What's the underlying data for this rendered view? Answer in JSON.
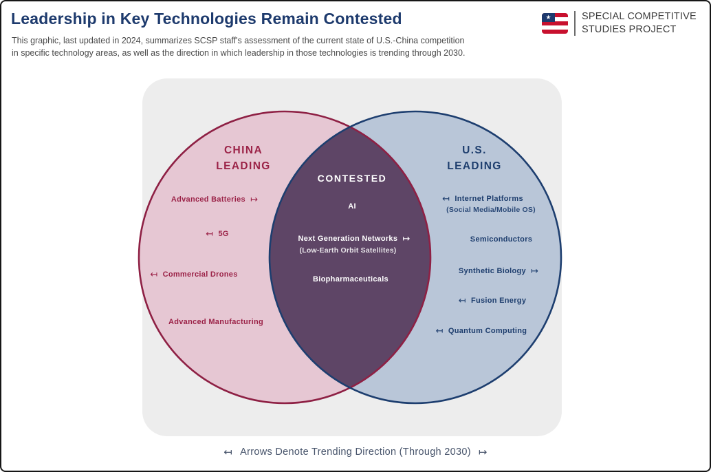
{
  "header": {
    "title": "Leadership in Key Technologies Remain Contested",
    "subtitle_line1": "This graphic, last updated in 2024, summarizes SCSP staff's assessment of the current state of U.S.-China competition",
    "subtitle_line2": "in specific technology areas, as well as the direction in which leadership in those technologies is trending through 2030.",
    "logo": {
      "org_line1": "SPECIAL COMPETITIVE",
      "org_line2": "STUDIES PROJECT",
      "star": "★"
    }
  },
  "icons": {
    "arrow_left": "↤",
    "arrow_right": "↦"
  },
  "colors": {
    "title_navy": "#1d3a6d",
    "china_red": "#9b2247",
    "china_fill": "#e6c7d3",
    "us_navy": "#1e3e6e",
    "us_fill": "#b9c6d8",
    "contested_fill": "#5e4566",
    "panel_gray": "#ededed",
    "logo_blue": "#1e3a6e",
    "logo_red": "#c8102e"
  },
  "venn": {
    "china": {
      "title_line1": "CHINA",
      "title_line2": "LEADING",
      "items": {
        "advanced_batteries": "Advanced Batteries",
        "five_g": "5G",
        "commercial_drones": "Commercial Drones",
        "advanced_manufacturing": "Advanced Manufacturing"
      }
    },
    "contested": {
      "title": "CONTESTED",
      "items": {
        "ai": "AI",
        "next_gen_networks": "Next Generation Networks",
        "next_gen_networks_sub": "(Low-Earth Orbit Satellites)",
        "biopharmaceuticals": "Biopharmaceuticals"
      }
    },
    "us": {
      "title_line1": "U.S.",
      "title_line2": "LEADING",
      "items": {
        "internet_platforms": "Internet Platforms",
        "internet_platforms_sub": "(Social Media/Mobile OS)",
        "semiconductors": "Semiconductors",
        "synthetic_biology": "Synthetic Biology",
        "fusion_energy": "Fusion Energy",
        "quantum_computing": "Quantum Computing"
      }
    },
    "legend_text": "Arrows Denote Trending Direction (Through 2030)"
  }
}
